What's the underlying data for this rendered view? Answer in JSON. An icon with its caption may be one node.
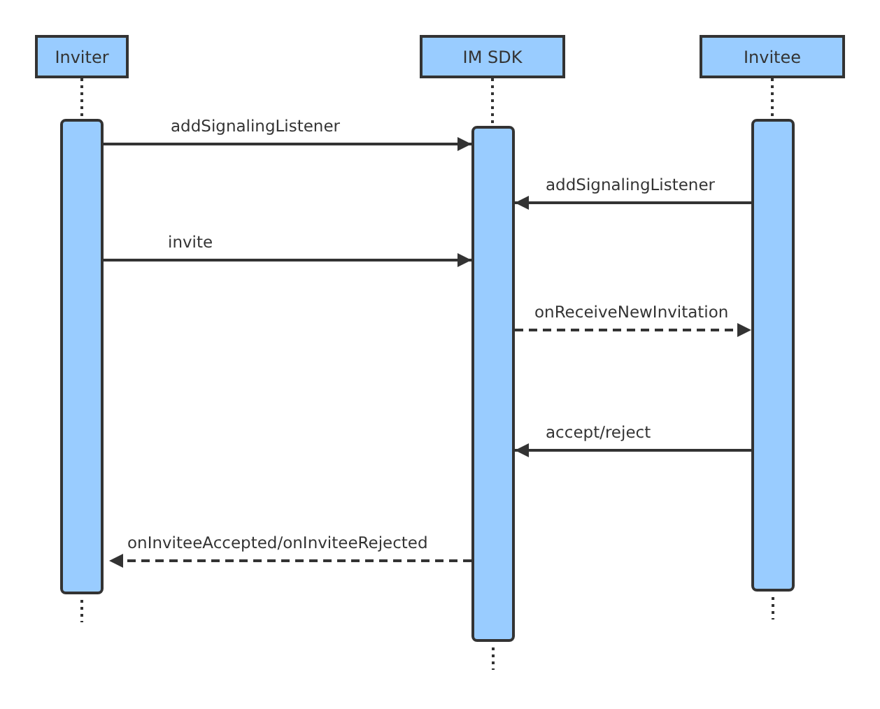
{
  "diagram": {
    "nodes": [
      {
        "text": [
          "Inviter"
        ]
      },
      {
        "text": [
          "IM SDK"
        ]
      },
      {
        "text": [
          "Invitee"
        ]
      },
      {
        "text": [],
        "shape": "bar"
      },
      {
        "text": [],
        "shape": "bar"
      },
      {
        "text": [],
        "shape": "bar"
      }
    ],
    "edges": [
      {
        "from": 0,
        "to": 3,
        "arrow": "none",
        "style": "dashed"
      },
      {
        "from": 1,
        "to": 4,
        "arrow": "none",
        "style": "dashed"
      },
      {
        "from": 2,
        "to": 5,
        "arrow": "none",
        "style": "dashed"
      },
      {
        "from": 3,
        "to": 4,
        "arrow": "to",
        "label": "addSignalingListener"
      },
      {
        "from": 5,
        "to": 4,
        "arrow": "to",
        "label": "addSignalingListener"
      },
      {
        "from": 3,
        "to": 4,
        "arrow": "to",
        "label": "invite"
      },
      {
        "from": 4,
        "to": 5,
        "arrow": "to",
        "label": "onReceiveNewInvitation",
        "style": "dashed"
      },
      {
        "from": 5,
        "to": 4,
        "arrow": "to",
        "label": "accept/reject"
      },
      {
        "from": 4,
        "to": 3,
        "arrow": "to",
        "label": "onInviteeAccepted/onInviteeRejected",
        "style": "dashed"
      }
    ]
  }
}
